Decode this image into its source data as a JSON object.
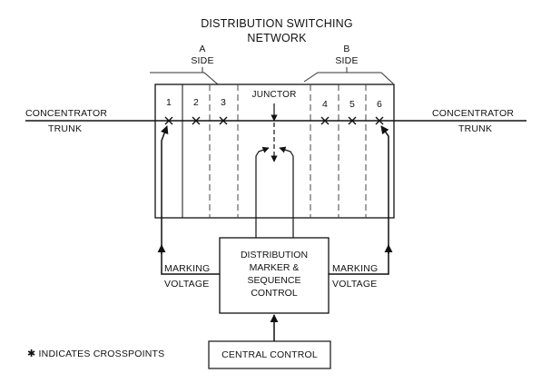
{
  "title_line1": "DISTRIBUTION SWITCHING",
  "title_line2": "NETWORK",
  "a_side": {
    "line1": "A",
    "line2": "SIDE"
  },
  "b_side": {
    "line1": "B",
    "line2": "SIDE"
  },
  "left_trunk": {
    "line1": "CONCENTRATOR",
    "line2": "TRUNK"
  },
  "right_trunk": {
    "line1": "CONCENTRATOR",
    "line2": "TRUNK"
  },
  "columns": [
    "1",
    "2",
    "3",
    "4",
    "5",
    "6"
  ],
  "junctor_label": "JUNCTOR",
  "left_marking": {
    "line1": "MARKING",
    "line2": "VOLTAGE"
  },
  "right_marking": {
    "line1": "MARKING",
    "line2": "VOLTAGE"
  },
  "marker_box": [
    "DISTRIBUTION",
    "MARKER &",
    "SEQUENCE",
    "CONTROL"
  ],
  "central_control": "CENTRAL CONTROL",
  "legend": {
    "symbol": "✱",
    "text": "INDICATES CROSSPOINTS"
  },
  "colors": {
    "ink": "#111111",
    "background": "#ffffff"
  }
}
